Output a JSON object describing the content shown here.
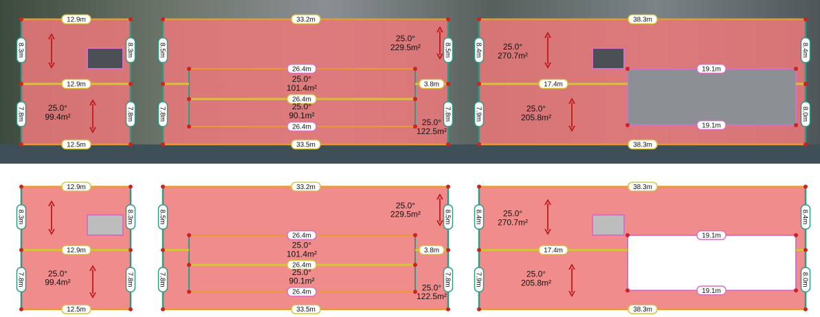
{
  "aerial": {
    "sections": [
      {
        "labels": [
          {
            "id": "a1-top",
            "text": "12.9m"
          },
          {
            "id": "a1-mid",
            "text": "12.9m"
          },
          {
            "id": "a1-bot",
            "text": "12.5m"
          },
          {
            "id": "a1-left-top",
            "text": "8.3m"
          },
          {
            "id": "a1-left-bot",
            "text": "7.8m"
          },
          {
            "id": "a1-right-top",
            "text": "8.3m"
          },
          {
            "id": "a1-right-bot",
            "text": "7.8m"
          }
        ]
      },
      {
        "labels": [
          {
            "id": "a2-top",
            "text": "33.2m"
          },
          {
            "id": "a2-bot",
            "text": "33.5m"
          },
          {
            "id": "a2-inner-top",
            "text": "26.4m"
          },
          {
            "id": "a2-inner-mid",
            "text": "26.4m"
          },
          {
            "id": "a2-inner-bot",
            "text": "26.4m"
          },
          {
            "id": "a2-left-top",
            "text": "8.5m"
          },
          {
            "id": "a2-left-bot",
            "text": "7.8m"
          },
          {
            "id": "a2-right-top",
            "text": "8.5m"
          },
          {
            "id": "a2-right-bot",
            "text": "7.8m"
          },
          {
            "id": "a2-right-small",
            "text": "3.8m"
          }
        ]
      },
      {
        "labels": [
          {
            "id": "a3-top",
            "text": "38.3m"
          },
          {
            "id": "a3-bot",
            "text": "38.3m"
          },
          {
            "id": "a3-mid",
            "text": "17.4m"
          },
          {
            "id": "a3-ins-top",
            "text": "19.1m"
          },
          {
            "id": "a3-ins-bot",
            "text": "19.1m"
          },
          {
            "id": "a3-left-top",
            "text": "8.4m"
          },
          {
            "id": "a3-left-bot",
            "text": "7.9m"
          },
          {
            "id": "a3-right-top",
            "text": "8.4m"
          },
          {
            "id": "a3-right-bot",
            "text": "8.0m"
          }
        ]
      }
    ],
    "areas": [
      {
        "id": "a1-bot",
        "angle": "25.0°",
        "area": "99.4m²"
      },
      {
        "id": "a2-top",
        "angle": "25.0°",
        "area": "229.5m²"
      },
      {
        "id": "a2-inner1",
        "angle": "25.0°",
        "area": "101.4m²"
      },
      {
        "id": "a2-inner2",
        "angle": "25.0°",
        "area": "90.1m²"
      },
      {
        "id": "a2-bot",
        "angle": "25.0°",
        "area": "122.5m²"
      },
      {
        "id": "a3-top",
        "angle": "25.0°",
        "area": "270.7m²"
      },
      {
        "id": "a3-bot",
        "angle": "25.0°",
        "area": "205.8m²"
      }
    ]
  },
  "schematic": {
    "labels": [
      {
        "id": "s1-top",
        "text": "12.9m"
      },
      {
        "id": "s1-mid",
        "text": "12.9m"
      },
      {
        "id": "s1-bot",
        "text": "12.5m"
      },
      {
        "id": "s1-left-top",
        "text": "8.3m"
      },
      {
        "id": "s1-left-bot",
        "text": "7.8m"
      },
      {
        "id": "s1-right-top",
        "text": "8.3m"
      },
      {
        "id": "s1-right-bot",
        "text": "7.8m"
      },
      {
        "id": "s2-top",
        "text": "33.2m"
      },
      {
        "id": "s2-bot",
        "text": "33.5m"
      },
      {
        "id": "s2-inner-top",
        "text": "26.4m"
      },
      {
        "id": "s2-inner-mid",
        "text": "26.4m"
      },
      {
        "id": "s2-inner-bot",
        "text": "26.4m"
      },
      {
        "id": "s2-left-top",
        "text": "8.5m"
      },
      {
        "id": "s2-left-bot",
        "text": "7.8m"
      },
      {
        "id": "s2-right-top",
        "text": "8.5m"
      },
      {
        "id": "s2-right-bot",
        "text": "7.8m"
      },
      {
        "id": "s2-right-small",
        "text": "3.8m"
      },
      {
        "id": "s3-top",
        "text": "38.3m"
      },
      {
        "id": "s3-bot",
        "text": "38.3m"
      },
      {
        "id": "s3-mid",
        "text": "17.4m"
      },
      {
        "id": "s3-ins-top",
        "text": "19.1m"
      },
      {
        "id": "s3-ins-bot",
        "text": "19.1m"
      },
      {
        "id": "s3-left-top",
        "text": "8.4m"
      },
      {
        "id": "s3-left-bot",
        "text": "7.9m"
      },
      {
        "id": "s3-right-top",
        "text": "8.4m"
      },
      {
        "id": "s3-right-bot",
        "text": "8.0m"
      }
    ],
    "areas": [
      {
        "id": "s1-bot",
        "angle": "25.0°",
        "area": "99.4m²"
      },
      {
        "id": "s2-top",
        "angle": "25.0°",
        "area": "229.5m²"
      },
      {
        "id": "s2-inner1",
        "angle": "25.0°",
        "area": "101.4m²"
      },
      {
        "id": "s2-inner2",
        "angle": "25.0°",
        "area": "90.1m²"
      },
      {
        "id": "s2-bot",
        "angle": "25.0°",
        "area": "122.5m²"
      },
      {
        "id": "s3-top",
        "angle": "25.0°",
        "area": "270.7m²"
      },
      {
        "id": "s3-bot",
        "angle": "25.0°",
        "area": "205.8m²"
      }
    ]
  },
  "colors": {
    "roof_fill": "#f08c8c",
    "aerial_roof_fill": "#e8787a",
    "edge_yellow": "#d8c23a",
    "edge_orange": "#e59b2f",
    "edge_teal": "#2f9a84",
    "edge_pink": "#d86fbf",
    "vertex_red": "#cc2222",
    "arrow_red": "#c01818"
  }
}
